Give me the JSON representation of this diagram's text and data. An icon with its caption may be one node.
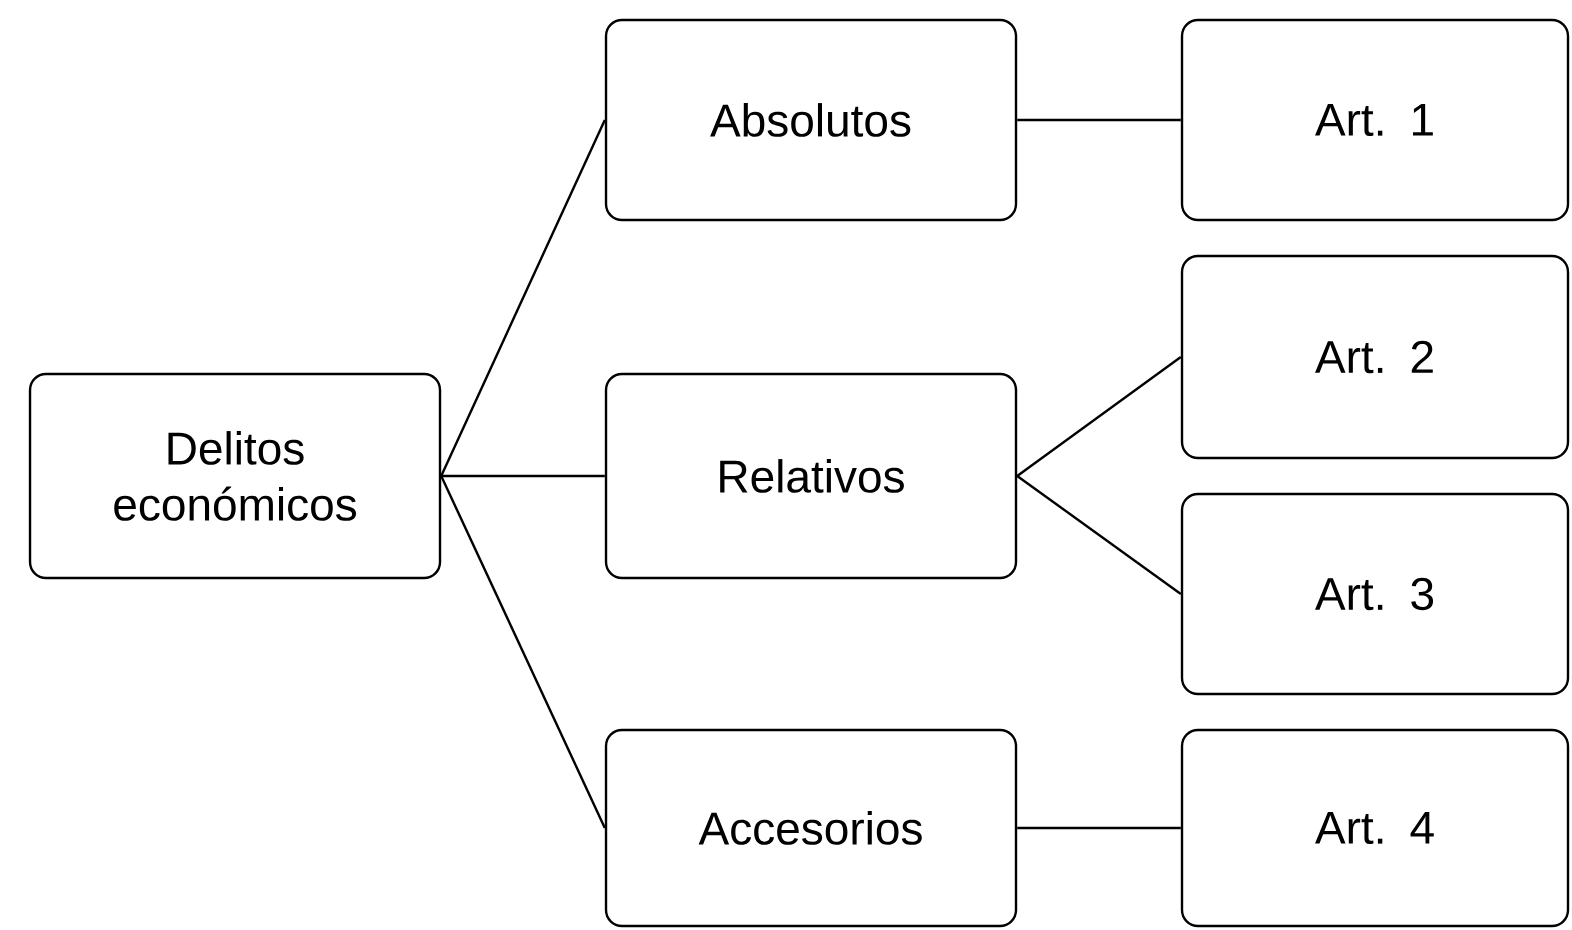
{
  "diagram": {
    "nodes": [
      {
        "text": [
          "Delitos económicos"
        ]
      },
      {
        "text": [
          "Absolutos"
        ]
      },
      {
        "text": [
          "Relativos"
        ]
      },
      {
        "text": [
          "Accesorios"
        ]
      },
      {
        "text": [
          "Art. 1"
        ]
      },
      {
        "text": [
          "Art. 2"
        ]
      },
      {
        "text": [
          "Art. 3"
        ]
      },
      {
        "text": [
          "Art. 4"
        ]
      }
    ],
    "edges": [
      {
        "from": 0,
        "to": 1,
        "arrow": "none"
      },
      {
        "from": 0,
        "to": 2,
        "arrow": "none"
      },
      {
        "from": 0,
        "to": 3,
        "arrow": "none"
      },
      {
        "from": 1,
        "to": 4,
        "arrow": "none"
      },
      {
        "from": 2,
        "to": 5,
        "arrow": "none"
      },
      {
        "from": 2,
        "to": 6,
        "arrow": "none"
      },
      {
        "from": 3,
        "to": 7,
        "arrow": "none"
      }
    ]
  }
}
